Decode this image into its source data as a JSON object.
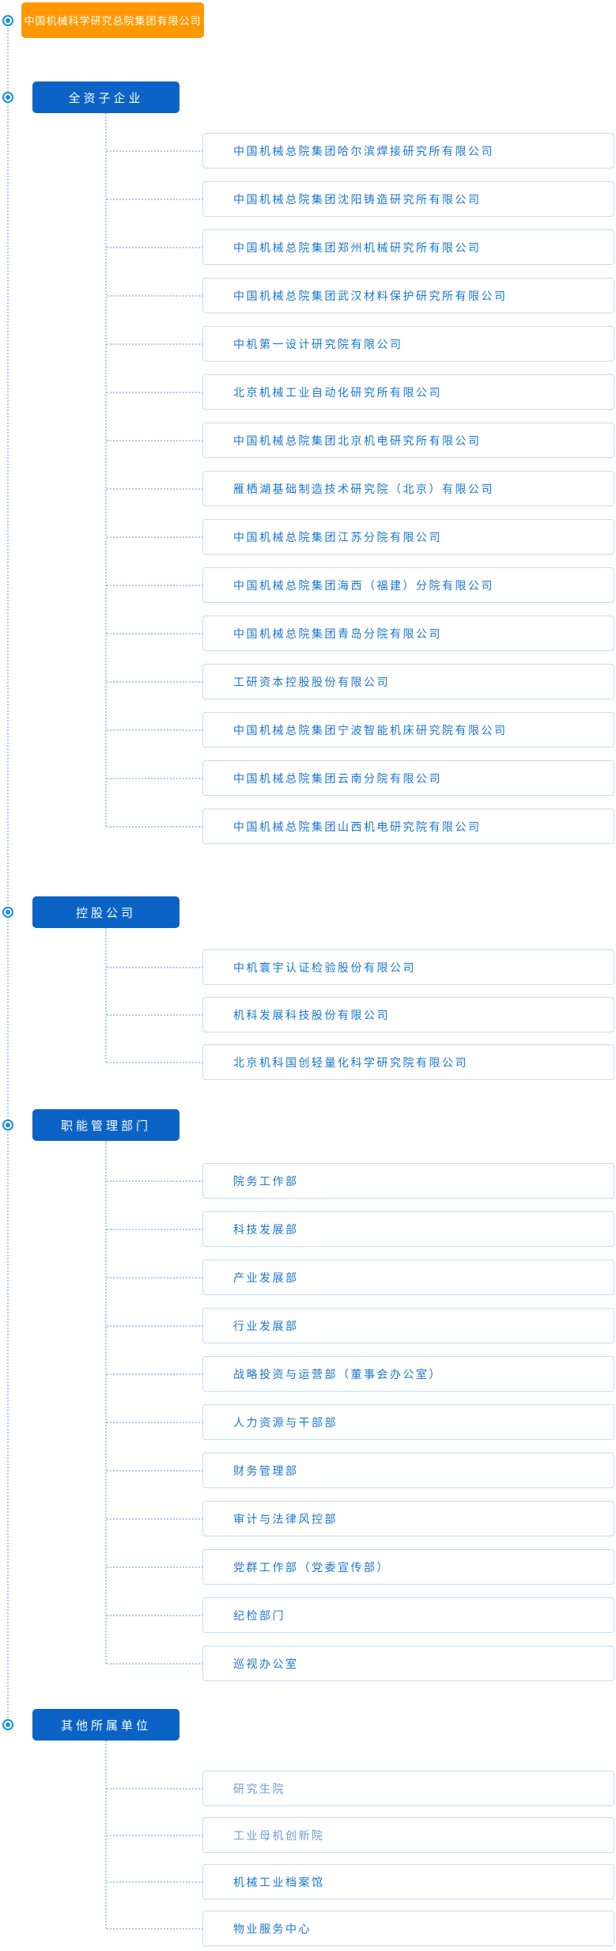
{
  "root": {
    "label": "中国机械科学研究总院集团有限公司"
  },
  "sections": [
    {
      "label": "全资子企业",
      "items": [
        {
          "label": "中国机械总院集团哈尔滨焊接研究所有限公司"
        },
        {
          "label": "中国机械总院集团沈阳铸造研究所有限公司"
        },
        {
          "label": "中国机械总院集团郑州机械研究所有限公司"
        },
        {
          "label": "中国机械总院集团武汉材料保护研究所有限公司"
        },
        {
          "label": "中机第一设计研究院有限公司"
        },
        {
          "label": "北京机械工业自动化研究所有限公司"
        },
        {
          "label": "中国机械总院集团北京机电研究所有限公司"
        },
        {
          "label": "雁栖湖基础制造技术研究院（北京）有限公司"
        },
        {
          "label": "中国机械总院集团江苏分院有限公司"
        },
        {
          "label": "中国机械总院集团海西（福建）分院有限公司"
        },
        {
          "label": "中国机械总院集团青岛分院有限公司"
        },
        {
          "label": "工研资本控股股份有限公司"
        },
        {
          "label": "中国机械总院集团宁波智能机床研究院有限公司"
        },
        {
          "label": "中国机械总院集团云南分院有限公司"
        },
        {
          "label": "中国机械总院集团山西机电研究院有限公司"
        }
      ]
    },
    {
      "label": "控股公司",
      "items": [
        {
          "label": "中机寰宇认证检验股份有限公司"
        },
        {
          "label": "机科发展科技股份有限公司"
        },
        {
          "label": "北京机科国创轻量化科学研究院有限公司"
        }
      ]
    },
    {
      "label": "职能管理部门",
      "items": [
        {
          "label": "院务工作部"
        },
        {
          "label": "科技发展部"
        },
        {
          "label": "产业发展部"
        },
        {
          "label": "行业发展部"
        },
        {
          "label": "战略投资与运营部（董事会办公室）"
        },
        {
          "label": "人力资源与干部部"
        },
        {
          "label": "财务管理部"
        },
        {
          "label": "审计与法律风控部"
        },
        {
          "label": "党群工作部（党委宣传部）"
        },
        {
          "label": "纪检部门"
        },
        {
          "label": "巡视办公室"
        }
      ]
    },
    {
      "label": "其他所属单位",
      "items": [
        {
          "label": "研究生院",
          "tone": "muted"
        },
        {
          "label": "工业母机创新院",
          "tone": "muted"
        },
        {
          "label": "机械工业档案馆"
        },
        {
          "label": "物业服务中心"
        }
      ]
    }
  ],
  "colors": {
    "root_bg": "#FF9800",
    "section_bg": "#0B63C6",
    "item_text": "#1975D2",
    "item_text_visited": "#6B9DD4",
    "item_border": "#C5DDF1",
    "connector": "#A9CDEC",
    "bullet": "#1B8DE0",
    "root_text": "#FFFFFF",
    "section_text": "#FFFFFF"
  }
}
